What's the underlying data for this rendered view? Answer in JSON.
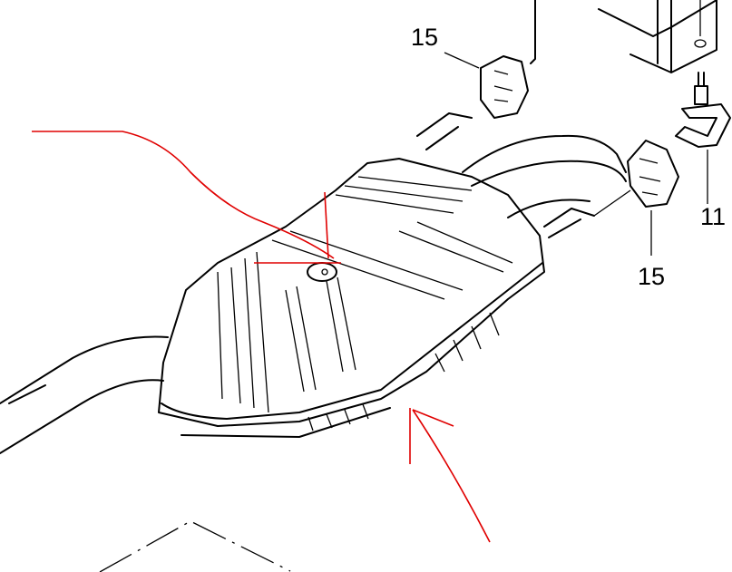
{
  "diagram": {
    "labels": {
      "hanger_top": "15",
      "hanger_right": "15",
      "bracket": "11"
    },
    "colors": {
      "line": "#000000",
      "annotation": "#e00000",
      "background": "#ffffff"
    }
  }
}
